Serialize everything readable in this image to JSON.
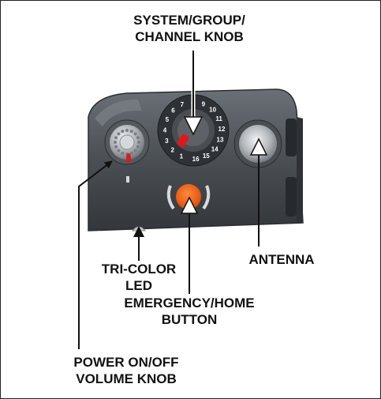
{
  "labels": {
    "knob_title": [
      "SYSTEM/GROUP/",
      "CHANNEL KNOB"
    ],
    "antenna": "ANTENNA",
    "led": [
      "TRI-COLOR",
      "LED"
    ],
    "emergency": [
      "EMERGENCY/HOME",
      "BUTTON"
    ],
    "power": [
      "POWER ON/OFF",
      "VOLUME KNOB"
    ]
  },
  "dial_numbers": [
    "1",
    "2",
    "3",
    "4",
    "5",
    "6",
    "7",
    "8",
    "9",
    "10",
    "11",
    "12",
    "13",
    "14",
    "15",
    "16"
  ],
  "colors": {
    "body_dark": "#3a3e42",
    "body_mid": "#5a5f64",
    "body_light": "#8a9096",
    "emergency": "#ff5a10",
    "led_red": "#e01818",
    "text": "#111111"
  }
}
